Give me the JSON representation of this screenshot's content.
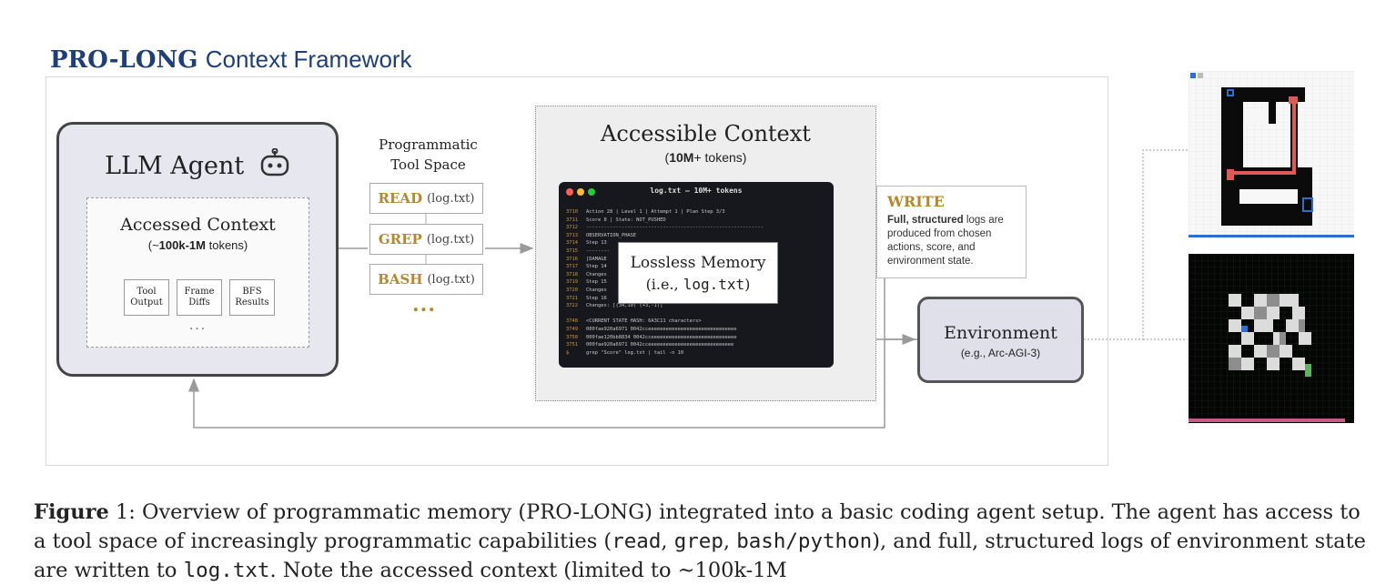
{
  "title": {
    "bold": "PRO-LONG",
    "rest": "Context Framework"
  },
  "agent": {
    "title": "LLM Agent",
    "accessed_title": "Accessed Context",
    "accessed_sub_pre": "(~",
    "accessed_sub_bold": "100k-1M",
    "accessed_sub_post": " tokens)",
    "chips": [
      "Tool Output",
      "Frame Diffs",
      "BFS Results"
    ],
    "dots": "..."
  },
  "tools": {
    "heading_1": "Programmatic",
    "heading_2": "Tool Space",
    "items": [
      {
        "cmd": "READ",
        "arg": "(log.txt)"
      },
      {
        "cmd": "GREP",
        "arg": "(log.txt)"
      },
      {
        "cmd": "BASH",
        "arg": "(log.txt)"
      }
    ],
    "dots": "..."
  },
  "context": {
    "title": "Accessible Context",
    "sub_pre": "(",
    "sub_bold": "10M",
    "sub_post": "+ tokens)",
    "terminal_title": "log.txt — 10M+ tokens",
    "terminal_lines": [
      {
        "n": "3710",
        "t": "Action 28 | Level 1 | Attempt 1 | Plan Step 3/3"
      },
      {
        "n": "3711",
        "t": "Score 8 | State: NOT_PUSHED"
      },
      {
        "n": "3712",
        "t": "------------------------------------------------------------"
      },
      {
        "n": "3713",
        "t": "OBSERVATION_PHASE"
      },
      {
        "n": "3714",
        "t": "Step 13"
      },
      {
        "n": "3715",
        "t": "--------"
      },
      {
        "n": "3716",
        "t": "[DAMAGE"
      },
      {
        "n": "3717",
        "t": "Step 14"
      },
      {
        "n": "3718",
        "t": "Changes"
      },
      {
        "n": "3719",
        "t": "Step 15"
      },
      {
        "n": "3720",
        "t": "Changes"
      },
      {
        "n": "3721",
        "t": "Step 16"
      },
      {
        "n": "3722",
        "t": "Changes: [(34,10) (+3,-1)]"
      },
      {
        "n": "",
        "t": ""
      },
      {
        "n": "3748",
        "t": "<CURRENT STATE HASH: 6A3C11 characters>"
      },
      {
        "n": "3749",
        "t": "000fae920a6971 0042cceeeeeeeeeeeeeeeeeeeeeeeeeeeeee"
      },
      {
        "n": "3750",
        "t": "000fae120bb8834 0042cceeeeeeeeeeeeeeeeeeeeeeeeeeeee"
      },
      {
        "n": "3751",
        "t": "000fae920a6971 0042cceeeeeeeeeeeeeeeeeeeeeeeeeeeee"
      },
      {
        "n": "$",
        "t": "grep \"Score\" log.txt | tail -n 10"
      }
    ],
    "lossless_1": "Lossless Memory",
    "lossless_2_pre": "(i.e., ",
    "lossless_2_code": "log.txt",
    "lossless_2_post": ")"
  },
  "write": {
    "title": "WRITE",
    "body_bold": "Full, structured",
    "body_rest": " logs are produced from chosen actions, score, and environment state."
  },
  "environment": {
    "title": "Environment",
    "sub": "(e.g., Arc-AGI-3)"
  },
  "colors": {
    "title_blue": "#1f3f7a",
    "tool_gold": "#b5882c",
    "agent_fill": "#e6e7ef",
    "env_fill": "#dfe0ea",
    "terminal_bg": "#17181d",
    "game_red": "#e05a55",
    "game_blue": "#2c6fd1",
    "game_green": "#5fb35a"
  },
  "caption": {
    "label": "Figure",
    "number": " 1: ",
    "text_1": "Overview of programmatic memory (PRO-LONG) integrated into a basic coding agent setup.  The agent has access to a tool space of increasingly programmatic capabilities (",
    "code_1": "read",
    "text_2": ", ",
    "code_2": "grep",
    "text_3": ", ",
    "code_3": "bash/python",
    "text_4": "), and full, structured logs of environment state are written to ",
    "code_4": "log.txt",
    "text_5": ". Note the accessed context (limited to ~100k-1M"
  }
}
